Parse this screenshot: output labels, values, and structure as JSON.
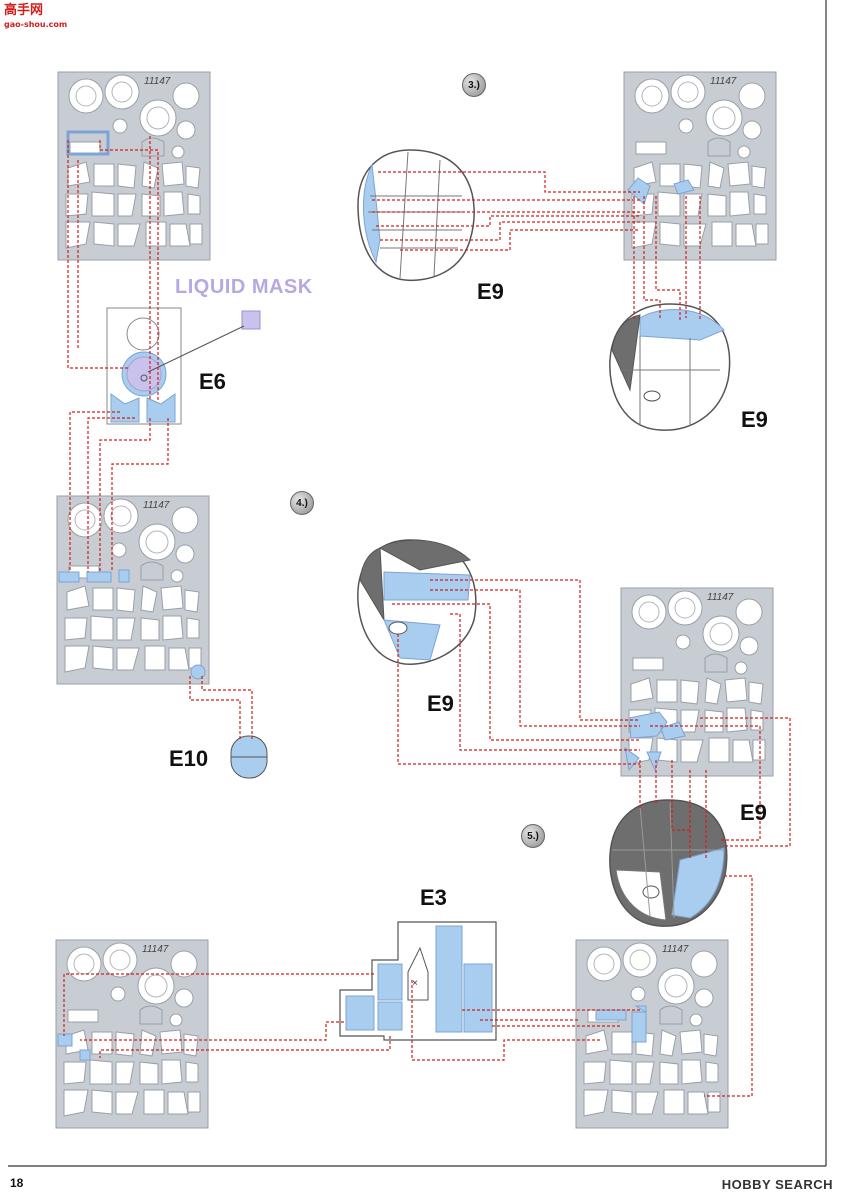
{
  "watermark": {
    "site": "高手网",
    "url": "gao-shou.com"
  },
  "page_number": "18",
  "brand": "HOBBY SEARCH",
  "liquid_mask_label": "LIQUID MASK",
  "steps": [
    "3.)",
    "4.)",
    "5.)"
  ],
  "labels": {
    "e9": "E9",
    "e6": "E6",
    "e10": "E10",
    "e3": "E3"
  },
  "sheet_code": "11147",
  "colors": {
    "mask_blue": "#a9cdee",
    "sheet_gray": "#c8ccd3",
    "dark_gray": "#6e6e6e",
    "leader_red": "#d0201c",
    "liquid_purple": "#c9c2ec"
  }
}
